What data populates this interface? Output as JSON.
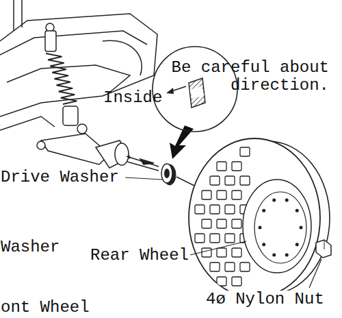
{
  "diagram": {
    "nodes": [
      {
        "text": [
          "Be careful about direction.",
          "Inside"
        ]
      }
    ],
    "labels": [
      "Drive Washer",
      "Washer",
      "Rear Wheel",
      "4ø Nylon Nut",
      "ont Wheel"
    ]
  }
}
